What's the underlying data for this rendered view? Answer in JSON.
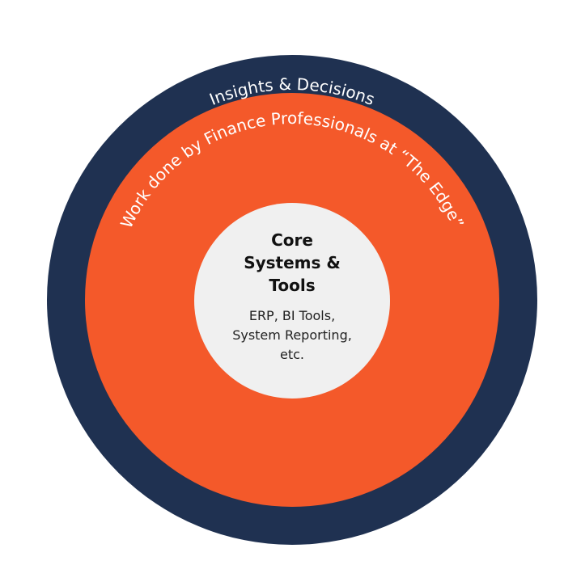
{
  "diagram": {
    "outer_ring": {
      "label": "Insights & Decisions",
      "color": "#1f3151"
    },
    "middle_ring": {
      "label": "Work done by Finance Professionals at “The Edge”",
      "color": "#f4592a"
    },
    "core": {
      "title": "Core Systems & Tools",
      "subtitle": "ERP, BI Tools, System Reporting, etc.",
      "color": "#f0f0f0"
    }
  }
}
